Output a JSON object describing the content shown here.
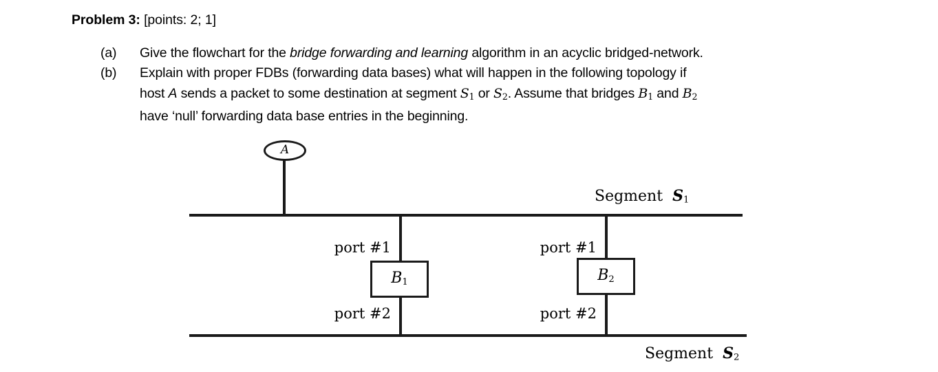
{
  "problem": {
    "label": "Problem 3:",
    "points": "[points: 2; 1]"
  },
  "items": [
    {
      "marker": "(a)",
      "text_before_italic": "Give the flowchart for the ",
      "italic": "bridge forwarding and learning",
      "text_after_italic": " algorithm in an acyclic bridged-network."
    },
    {
      "marker": "(b)",
      "line1": "Explain with proper FDBs (forwarding data bases) what will happen in the following topology if",
      "line2_part1": "host ",
      "line2_hostvar": "A",
      "line2_part2": " sends a packet to some destination at segment ",
      "line2_seg1": "S",
      "line2_seg1_sub": "1",
      "line2_part3": " or ",
      "line2_seg2": "S",
      "line2_seg2_sub": "2",
      "line2_part4": ". Assume that bridges ",
      "line2_b1": "B",
      "line2_b1_sub": "1",
      "line2_part5": " and ",
      "line2_b2": "B",
      "line2_b2_sub": "2",
      "line3": "have ‘null’ forwarding data base entries in the beginning."
    }
  ],
  "diagram": {
    "host": {
      "label": "A"
    },
    "bridges": [
      {
        "name": "B",
        "subscript": "1",
        "port_top": "port #1",
        "port_bottom": "port #2"
      },
      {
        "name": "B",
        "subscript": "2",
        "port_top": "port #1",
        "port_bottom": "port #2"
      }
    ],
    "segments": [
      {
        "prefix": "Segment",
        "name": "S",
        "subscript": "1"
      },
      {
        "prefix": "Segment",
        "name": "S",
        "subscript": "2"
      }
    ]
  },
  "colors": {
    "ink": "#1a1a1a",
    "background": "#ffffff"
  }
}
